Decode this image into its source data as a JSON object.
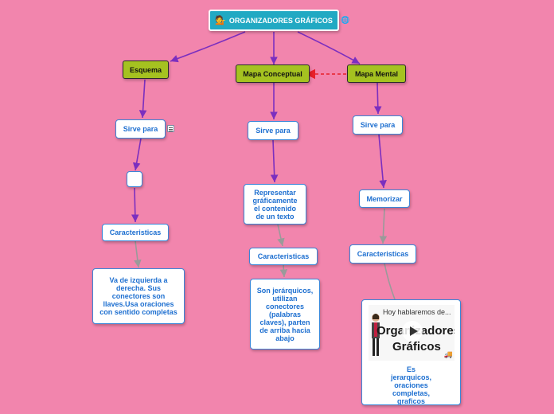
{
  "root": {
    "label": "ORGANIZADORES GRÁFICOS"
  },
  "branches": [
    {
      "title": "Esquema",
      "sirve_para": "Sirve para",
      "empty_node": "",
      "caracteristicas": "Caracteristicas",
      "description": "Va de izquierda a derecha. Sus conectores son llaves.Usa oraciones con sentido completas"
    },
    {
      "title": "Mapa Conceptual",
      "sirve_para": "Sirve para",
      "purpose": "Representar gráficamente el contenido de un texto",
      "caracteristicas": "Caracteristicas",
      "description": "Son jerárquicos, utilizan conectores (palabras claves), parten de arriba hacia abajo"
    },
    {
      "title": "Mapa Mental",
      "sirve_para": "Sirve para",
      "purpose": "Memorizar",
      "caracteristicas": "Caracteristicas",
      "card": {
        "thumb_caption": "Hoy hablaremos de...",
        "thumb_title_line1": "Organizadores",
        "thumb_title_line2": "Gráficos",
        "text": "Es jerarquicos, oraciones completas, graficos"
      }
    }
  ],
  "colors": {
    "background": "#f285ad",
    "root_fill": "#21a9c3",
    "main_node_fill": "#a5c220",
    "text_blue": "#1d6fd0",
    "link_purple": "#8a2be2",
    "link_gray": "#9a9a9a",
    "dashed_red": "#e8202a"
  }
}
